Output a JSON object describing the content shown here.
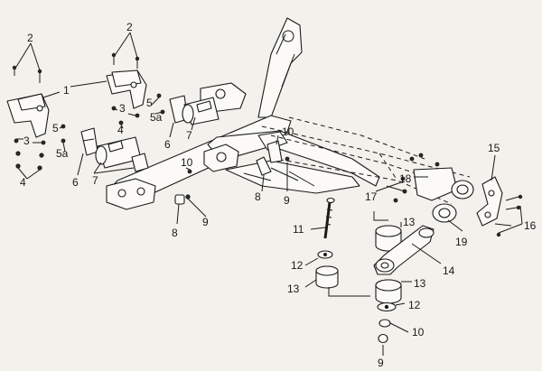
{
  "callouts": [
    {
      "id": "c1",
      "text": "1"
    },
    {
      "id": "c2a",
      "text": "2"
    },
    {
      "id": "c2b",
      "text": "2"
    },
    {
      "id": "c3a",
      "text": "3"
    },
    {
      "id": "c3b",
      "text": "3"
    },
    {
      "id": "c4a",
      "text": "4"
    },
    {
      "id": "c4b",
      "text": "4"
    },
    {
      "id": "c5a",
      "text": "5"
    },
    {
      "id": "c5b",
      "text": "5"
    },
    {
      "id": "c5aa",
      "text": "5a"
    },
    {
      "id": "c5ab",
      "text": "5a"
    },
    {
      "id": "c6a",
      "text": "6"
    },
    {
      "id": "c6b",
      "text": "6"
    },
    {
      "id": "c7a",
      "text": "7"
    },
    {
      "id": "c7b",
      "text": "7"
    },
    {
      "id": "c8a",
      "text": "8"
    },
    {
      "id": "c8b",
      "text": "8"
    },
    {
      "id": "c9a",
      "text": "9"
    },
    {
      "id": "c9b",
      "text": "9"
    },
    {
      "id": "c9c",
      "text": "9"
    },
    {
      "id": "c10a",
      "text": "10"
    },
    {
      "id": "c10b",
      "text": "10"
    },
    {
      "id": "c10c",
      "text": "10"
    },
    {
      "id": "c11",
      "text": "11"
    },
    {
      "id": "c12a",
      "text": "12"
    },
    {
      "id": "c12b",
      "text": "12"
    },
    {
      "id": "c13a",
      "text": "13"
    },
    {
      "id": "c13b",
      "text": "13"
    },
    {
      "id": "c13c",
      "text": "13"
    },
    {
      "id": "c14",
      "text": "14"
    },
    {
      "id": "c15",
      "text": "15"
    },
    {
      "id": "c16",
      "text": "16"
    },
    {
      "id": "c17",
      "text": "17"
    },
    {
      "id": "c18",
      "text": "18"
    },
    {
      "id": "c19",
      "text": "19"
    }
  ]
}
